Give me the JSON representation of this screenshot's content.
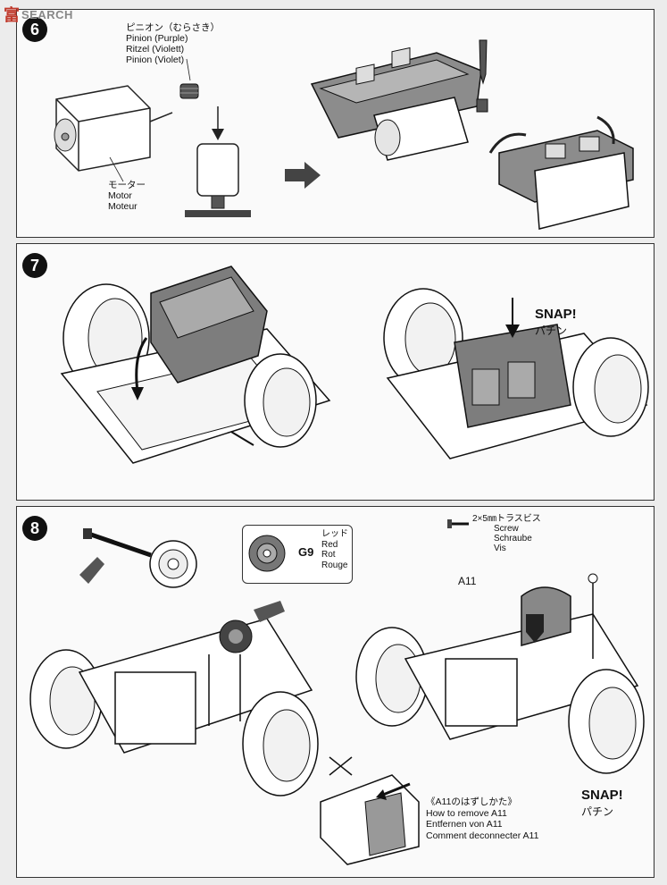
{
  "watermark": {
    "logo": "富",
    "text": "SEARCH"
  },
  "step6": {
    "badge": "6",
    "pinion": [
      "ピニオン（むらさき）",
      "Pinion (Purple)",
      "Ritzel (Violett)",
      "Pinion (Violet)"
    ],
    "motor": [
      "モーター",
      "Motor",
      "Moteur"
    ]
  },
  "step7": {
    "badge": "7",
    "snap": "SNAP!",
    "snap_jp": "パチン"
  },
  "step8": {
    "badge": "8",
    "gear_code": "G9",
    "gear_color": [
      "レッド",
      "Red",
      "Rot",
      "Rouge"
    ],
    "screw": [
      "2×5㎜トラスビス",
      "Screw",
      "Schraube",
      "Vis"
    ],
    "part": "A11",
    "remove": [
      "《A11のはずしかた》",
      "How to remove A11",
      "Entfernen von A11",
      "Comment deconnecter A11"
    ],
    "snap": "SNAP!",
    "snap_jp": "パチン"
  }
}
